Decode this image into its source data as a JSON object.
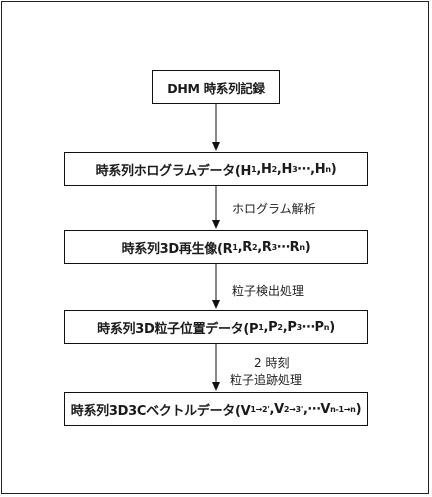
{
  "steps": [
    {
      "pre": "DHM 時系列記録"
    },
    {
      "pre": "時系列ホログラムデータ(H",
      "parts": [
        {
          "sub": "1",
          "text": ",H"
        },
        {
          "sub": "2",
          "text": ",H"
        },
        {
          "sub": "3",
          "text": "⋯,H"
        },
        {
          "sub": "n",
          "text": ")"
        }
      ]
    },
    {
      "pre": "時系列3D再生像(R",
      "parts": [
        {
          "sub": "1",
          "text": ",R"
        },
        {
          "sub": "2",
          "text": ",R"
        },
        {
          "sub": "3",
          "text": "⋯R"
        },
        {
          "sub": "n",
          "text": ")"
        }
      ]
    },
    {
      "pre": "時系列3D粒子位置データ(P",
      "parts": [
        {
          "sub": "1",
          "text": ",P"
        },
        {
          "sub": "2",
          "text": ",P"
        },
        {
          "sub": "3",
          "text": "⋯P"
        },
        {
          "sub": "n",
          "text": ")"
        }
      ]
    },
    {
      "pre": "時系列3D3Cベクトルデータ(V",
      "parts": [
        {
          "sub": "1→2'",
          "text": " ,V"
        },
        {
          "sub": "2→3'",
          "text": " ,⋯V"
        },
        {
          "sub": "n-1→n",
          "text": ")"
        }
      ]
    }
  ],
  "arrow_labels": {
    "a2": "ホログラム解析",
    "a3": "粒子検出処理",
    "a4_line1": "2 時刻",
    "a4_line2": "粒子追跡処理"
  }
}
